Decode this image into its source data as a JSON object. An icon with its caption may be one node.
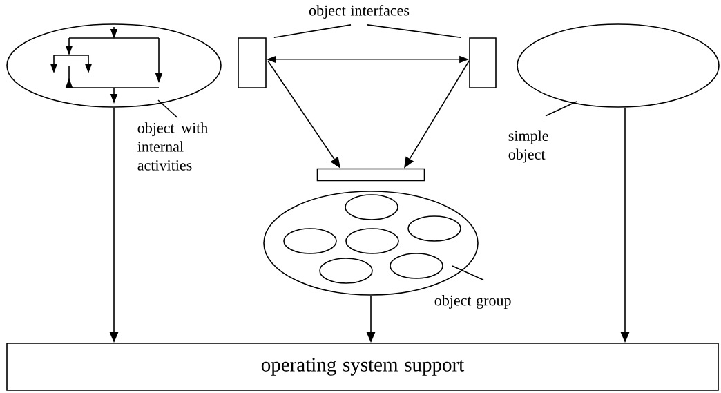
{
  "diagram": {
    "nodes": [
      {
        "text": [],
        "shape": "ellipse"
      },
      {
        "text": [
          "object with internal activities"
        ]
      },
      {
        "text": [],
        "shape": "box"
      },
      {
        "text": [],
        "shape": "box"
      },
      {
        "text": [
          "object interfaces"
        ]
      },
      {
        "text": [],
        "shape": "ellipse"
      },
      {
        "text": [
          "simple object"
        ]
      },
      {
        "text": [],
        "shape": "bar"
      },
      {
        "text": [],
        "shape": "ellipse"
      },
      {
        "text": [],
        "shape": "ellipse",
        "in": 8
      },
      {
        "text": [],
        "shape": "ellipse",
        "in": 8
      },
      {
        "text": [],
        "shape": "ellipse",
        "in": 8
      },
      {
        "text": [],
        "shape": "ellipse",
        "in": 8
      },
      {
        "text": [],
        "shape": "ellipse",
        "in": 8
      },
      {
        "text": [],
        "shape": "ellipse",
        "in": 8
      },
      {
        "text": [
          "object group"
        ]
      },
      {
        "text": [
          "operating system support"
        ]
      }
    ],
    "edges": [
      {
        "from": 1,
        "to": 0,
        "arrow": "none"
      },
      {
        "from": 4,
        "to": 2,
        "arrow": "none"
      },
      {
        "from": 4,
        "to": 3,
        "arrow": "none"
      },
      {
        "from": 2,
        "to": 3,
        "arrow": "both"
      },
      {
        "from": 2,
        "to": 7,
        "arrow": "to"
      },
      {
        "from": 3,
        "to": 7,
        "arrow": "to"
      },
      {
        "from": 6,
        "to": 5,
        "arrow": "none"
      },
      {
        "from": 15,
        "to": 8,
        "arrow": "none"
      },
      {
        "from": 0,
        "to": 16,
        "arrow": "to"
      },
      {
        "from": 8,
        "to": 16,
        "arrow": "to"
      },
      {
        "from": 5,
        "to": 16,
        "arrow": "to"
      }
    ]
  }
}
